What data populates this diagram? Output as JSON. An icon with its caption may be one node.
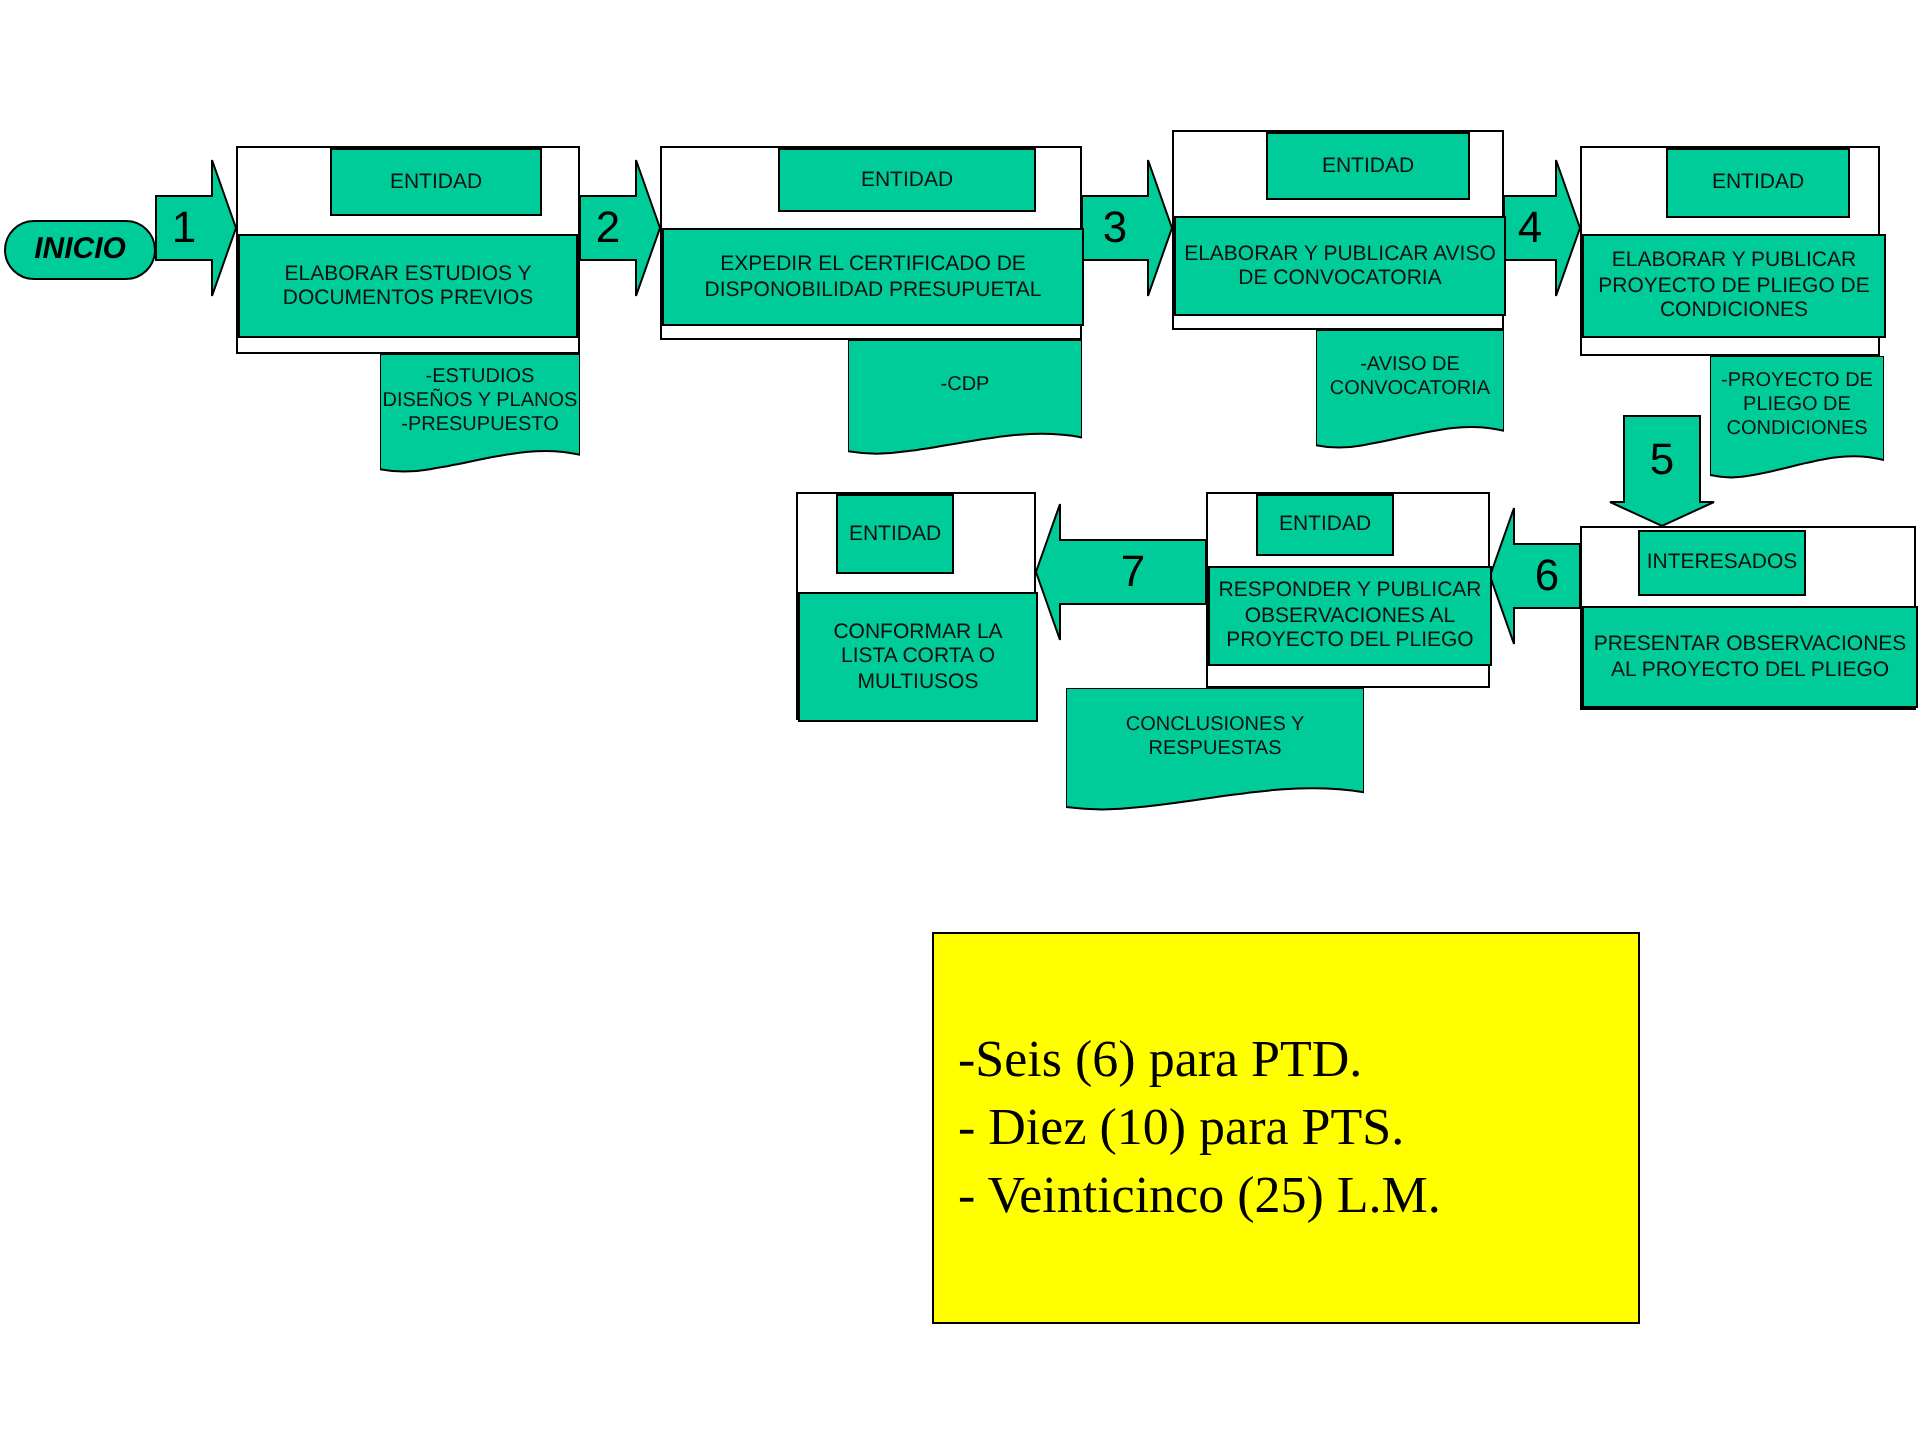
{
  "diagram": {
    "nodes": [
      {
        "text": [
          "INICIO"
        ]
      },
      {
        "text": [],
        "shape": "box"
      },
      {
        "text": [
          "ENTIDAD"
        ],
        "in": 1
      },
      {
        "text": [
          "ELABORAR ESTUDIOS Y DOCUMENTOS PREVIOS"
        ],
        "in": 1
      },
      {
        "text": [
          "-ESTUDIOS DISEÑOS Y PLANOS -PRESUPUESTO"
        ]
      },
      {
        "text": [],
        "shape": "box"
      },
      {
        "text": [
          "ENTIDAD"
        ],
        "in": 5
      },
      {
        "text": [
          "EXPEDIR EL CERTIFICADO DE DISPONOBILIDAD PRESUPUETAL"
        ],
        "in": 5
      },
      {
        "text": [
          "-CDP"
        ]
      },
      {
        "text": [],
        "shape": "box"
      },
      {
        "text": [
          "ENTIDAD"
        ],
        "in": 9
      },
      {
        "text": [
          "ELABORAR Y PUBLICAR AVISO DE CONVOCATORIA"
        ],
        "in": 9
      },
      {
        "text": [
          "-AVISO DE CONVOCATORIA"
        ]
      },
      {
        "text": [],
        "shape": "box"
      },
      {
        "text": [
          "ENTIDAD"
        ],
        "in": 13
      },
      {
        "text": [
          "ELABORAR Y PUBLICAR PROYECTO DE PLIEGO DE CONDICIONES"
        ],
        "in": 13
      },
      {
        "text": [
          "-PROYECTO DE PLIEGO DE CONDICIONES"
        ]
      },
      {
        "text": [],
        "shape": "box"
      },
      {
        "text": [
          "INTERESADOS"
        ],
        "in": 17
      },
      {
        "text": [
          "PRESENTAR OBSERVACIONES AL PROYECTO DEL PLIEGO"
        ],
        "in": 17
      },
      {
        "text": [],
        "shape": "box"
      },
      {
        "text": [
          "ENTIDAD"
        ],
        "in": 20
      },
      {
        "text": [
          "RESPONDER Y PUBLICAR OBSERVACIONES AL PROYECTO DEL PLIEGO"
        ],
        "in": 20
      },
      {
        "text": [
          "CONCLUSIONES Y RESPUESTAS"
        ]
      },
      {
        "text": [],
        "shape": "box"
      },
      {
        "text": [
          "ENTIDAD"
        ],
        "in": 24
      },
      {
        "text": [
          "CONFORMAR LA LISTA CORTA O MULTIUSOS"
        ],
        "in": 24
      },
      {
        "text": [
          "-Seis (6) para PTD.",
          "- Diez (10) para PTS.",
          "- Veinticinco (25) L.M."
        ]
      }
    ],
    "edges": [
      {
        "from": 0,
        "to": 1,
        "arrow": "to",
        "label": "1"
      },
      {
        "from": 1,
        "to": 5,
        "arrow": "to",
        "label": "2"
      },
      {
        "from": 5,
        "to": 9,
        "arrow": "to",
        "label": "3"
      },
      {
        "from": 9,
        "to": 13,
        "arrow": "to",
        "label": "4"
      },
      {
        "from": 13,
        "to": 17,
        "arrow": "to",
        "label": "5"
      },
      {
        "from": 17,
        "to": 20,
        "arrow": "to",
        "label": "6"
      },
      {
        "from": 20,
        "to": 24,
        "arrow": "to",
        "label": "7"
      }
    ]
  }
}
